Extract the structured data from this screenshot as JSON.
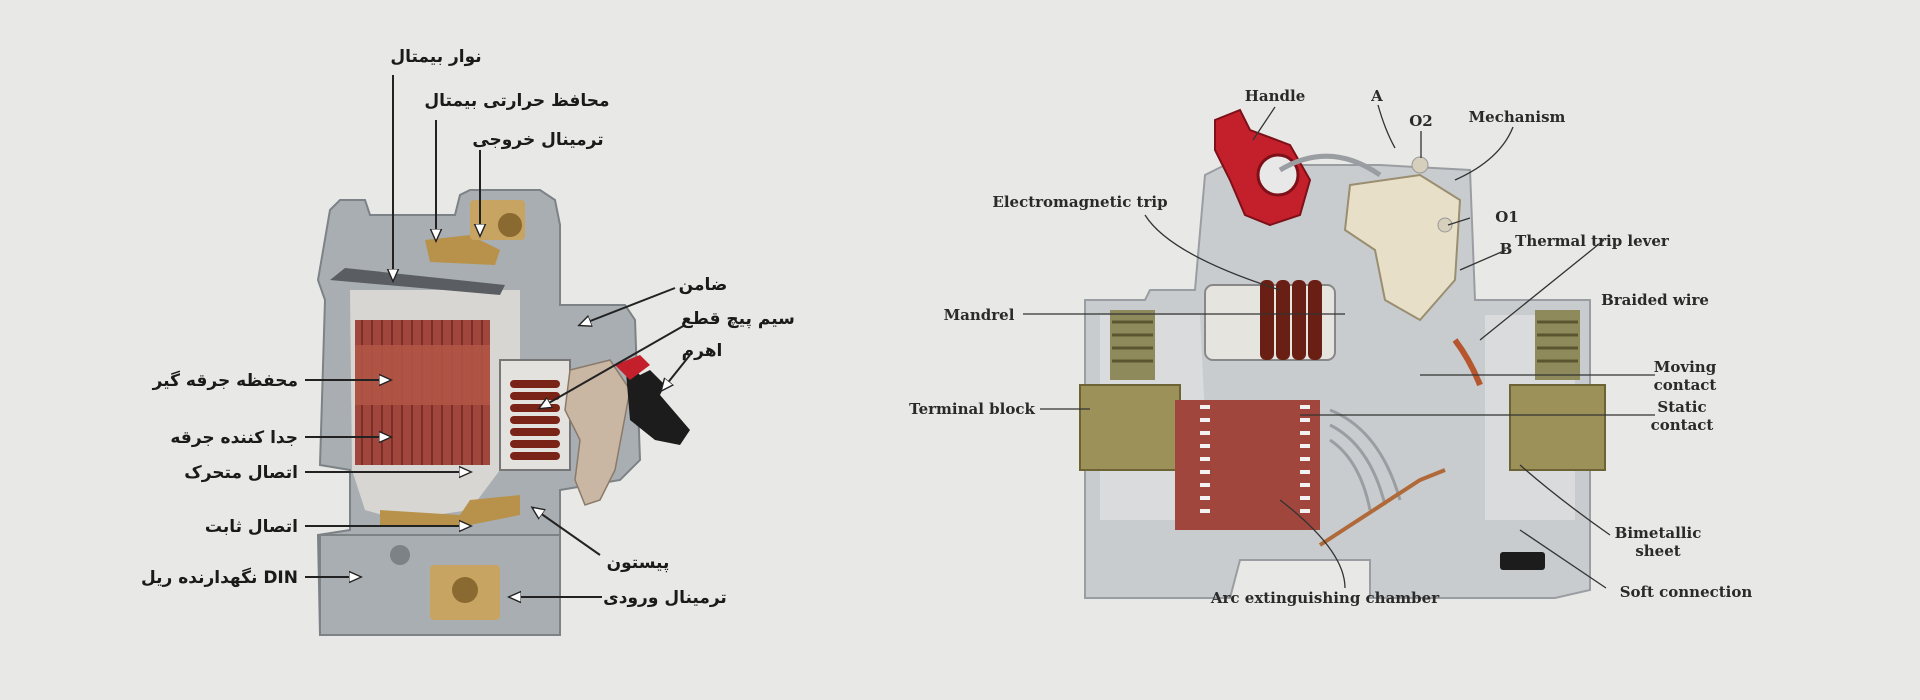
{
  "left_labels": {
    "bimetal_strip": "نوار بیمتال",
    "bimetal_thermal_guard": "محافظ حرارتی بیمتال",
    "output_terminal": "ترمینال خروجی",
    "guarantor": "ضامن",
    "trip_coil": "سیم پیچ قطع",
    "lever": "اهرم",
    "arc_chute_chamber": "محفظه جرقه گیر",
    "arc_splitter": "جدا کننده جرقه",
    "moving_contact": "اتصال متحرک",
    "fixed_contact": "اتصال ثابت",
    "piston": "پیستون",
    "din_rail_holder": "نگهدارنده ریل DIN",
    "input_terminal": "ترمینال ورودی"
  },
  "right_labels": {
    "handle": "Handle",
    "a": "A",
    "o2": "O2",
    "mechanism": "Mechanism",
    "electromagnetic_trip": "Electromagnetic trip",
    "o1": "O1",
    "thermal_trip_lever": "Thermal trip lever",
    "b": "B",
    "braided_wire": "Braided wire",
    "mandrel": "Mandrel",
    "moving_contact_1": "Moving",
    "moving_contact_2": "contact",
    "terminal_block": "Terminal block",
    "static_contact_1": "Static",
    "static_contact_2": "contact",
    "bimetallic_sheet_1": "Bimetallic",
    "bimetallic_sheet_2": "sheet",
    "soft_connection": "Soft connection",
    "arc_extinguishing_chamber": "Arc extinguishing chamber"
  },
  "colors": {
    "background": "#e8e8e6",
    "housing": "#a9aeb2",
    "housing_light": "#c8ccce",
    "arc_chute": "#a0463c",
    "coil": "#7a2418",
    "brass": "#b8924a",
    "lever_red": "#c3202c",
    "handle_black": "#1c1c1c"
  }
}
